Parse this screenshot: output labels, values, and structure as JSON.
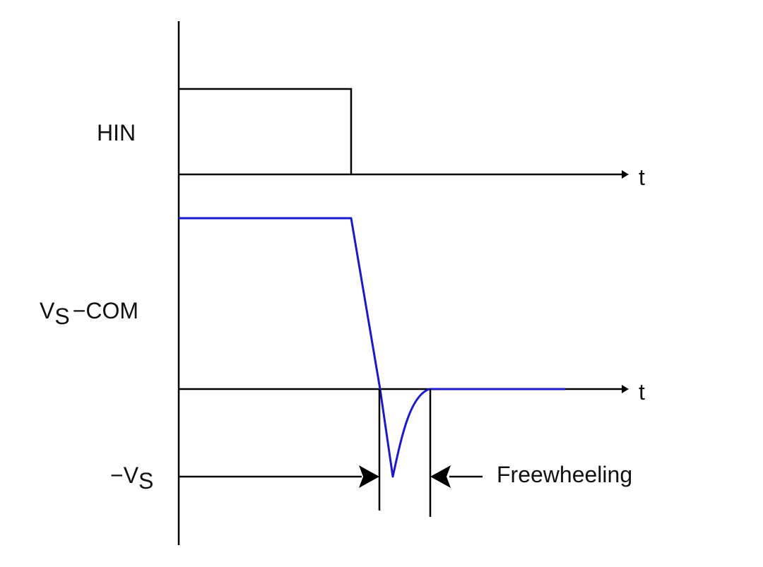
{
  "labels": {
    "hin": "HIN",
    "t_top": "t",
    "vs_main": "V",
    "vs_sub": "S",
    "vs_suffix": "−COM",
    "t_bottom": "t",
    "neg_vs_main": "−V",
    "neg_vs_sub": "S",
    "freewheeling": "Freewheeling"
  },
  "colors": {
    "axis": "#000000",
    "signal": "#1a1acc"
  }
}
